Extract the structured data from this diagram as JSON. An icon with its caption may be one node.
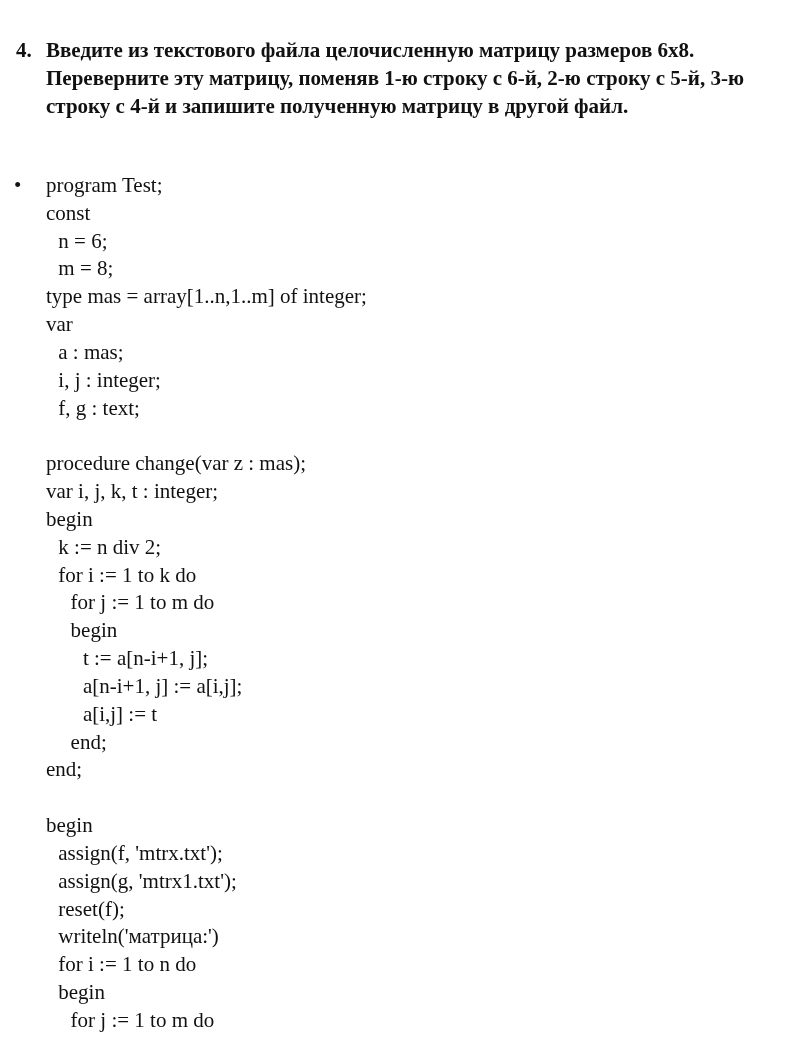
{
  "diagram": {
    "labels": [
      "4.",
      "Введите из текстового файла целочисленную матрицу размеров 6x8. Переверните эту матрицу, поменяв 1-ю строку с 6-й, 2-ю строку с 5-й, 3-ю строку с 4-й и запишите полученную матрицу в другой файл.",
      "•",
      "program Test;",
      "const",
      "n = 6;",
      "m = 8;",
      "type mas = array[1..n,1..m] of integer;",
      "var",
      "a : mas;",
      "i, j : integer;",
      "f, g : text;",
      "procedure change(var z : mas);",
      "var i, j, k, t : integer;",
      "begin",
      "k := n div 2;",
      "for i := 1 to k do",
      "for j := 1 to m do",
      "begin",
      "t := a[n-i+1, j];",
      "a[n-i+1, j] := a[i,j];",
      "a[i,j] := t",
      "end;",
      "end;",
      "begin",
      "assign(f, 'mtrx.txt');",
      "assign(g, 'mtrx1.txt');",
      "reset(f);",
      "writeln('матрица:')",
      "for i := 1 to n do",
      "begin",
      "for j := 1 to m do"
    ]
  }
}
